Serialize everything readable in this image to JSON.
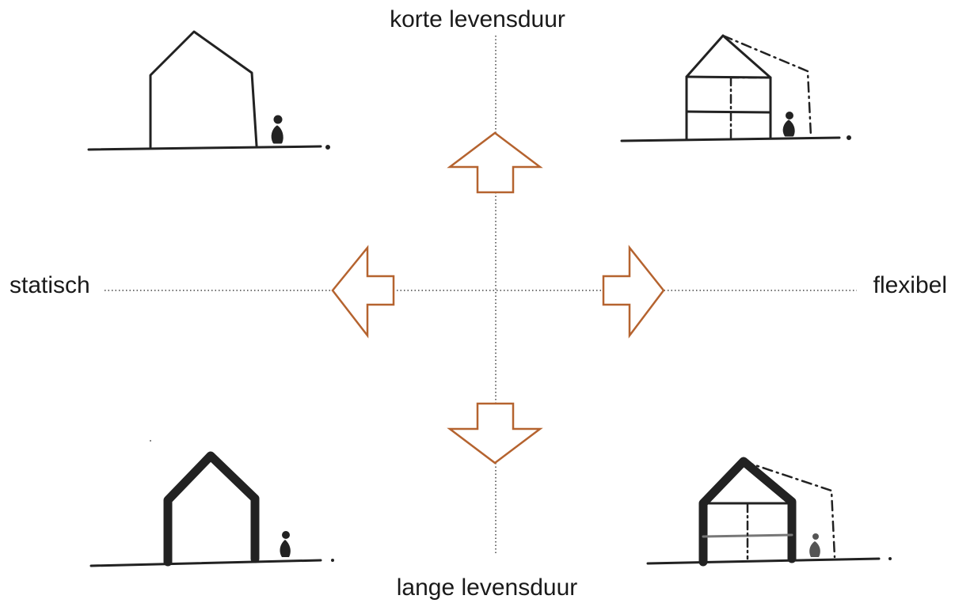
{
  "axes": {
    "top": "korte levensduur",
    "bottom": "lange levensduur",
    "left": "statisch",
    "right": "flexibel"
  },
  "colors": {
    "arrow": "#b5632f",
    "axis": "#444444",
    "sketch": "#222222"
  },
  "icons": {
    "quadrant_top_left": "simple-house-sketch",
    "quadrant_top_right": "divided-house-sketch-with-extension",
    "quadrant_bottom_left": "thick-wall-house-sketch",
    "quadrant_bottom_right": "thick-wall-divided-house-sketch-with-extension",
    "arrows": [
      "arrow-up-icon",
      "arrow-down-icon",
      "arrow-left-icon",
      "arrow-right-icon"
    ]
  }
}
